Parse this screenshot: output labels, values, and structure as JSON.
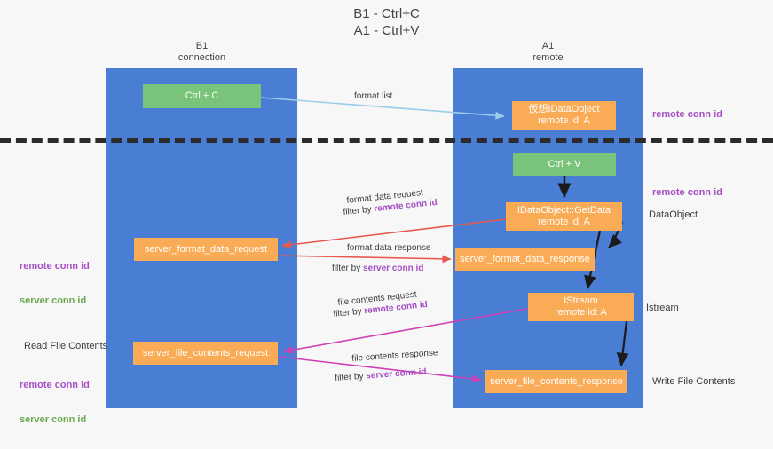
{
  "title": "B1 - Ctrl+C\nA1 - Ctrl+V",
  "columns": {
    "left": "B1\nconnection",
    "right": "A1\nremote"
  },
  "nodes": {
    "ctrl_c": "Ctrl + C",
    "data_object": "仮想IDataObject\nremote id: A",
    "ctrl_v": "Ctrl + V",
    "get_data": "IDataObject::GetData\nremote id: A",
    "server_format_data_request": "server_format_data_request",
    "server_format_data_response": "server_format_data_response",
    "istream": "IStream\nremote id: A",
    "server_file_contents_request": "server_file_contents_request",
    "server_file_contents_response": "server_file_contents_response"
  },
  "side_labels": {
    "remote_conn_id_top": "remote conn id",
    "remote_conn_id_mid": "remote conn id",
    "data_object": "DataObject",
    "istream": "Istream",
    "write_file_contents": "Write File Contents"
  },
  "left_labels": {
    "remote_conn_id": "remote conn id",
    "server_conn_id": "server conn id",
    "read_file_contents": "Read File Contents",
    "remote_conn_id_2": "remote conn id",
    "server_conn_id_2": "server conn id"
  },
  "edges": {
    "format_list": "format list",
    "format_data_request": "format data request",
    "format_data_request_filter_prefix": "filter by ",
    "format_data_request_filter_key": "remote conn id",
    "format_data_response": "format data response",
    "format_data_response_filter_prefix": "filter by ",
    "format_data_response_filter_key": "server conn id",
    "file_contents_request": "file contents request",
    "file_contents_request_filter_prefix": "filter by ",
    "file_contents_request_filter_key": "remote conn id",
    "file_contents_response": "file contents response",
    "file_contents_response_filter_prefix": "filter by ",
    "file_contents_response_filter_key": "server conn id"
  },
  "colors": {
    "lane": "#4a7ed4",
    "green_node": "#7ac37a",
    "orange_node": "#f9ab55",
    "purple": "#a64ec4",
    "green_text": "#6aa84f",
    "red_arrow": "#e8584f",
    "magenta_arrow": "#cf3fb5",
    "blue_arrow": "#9ccdea",
    "background": "#f7f7f7"
  }
}
